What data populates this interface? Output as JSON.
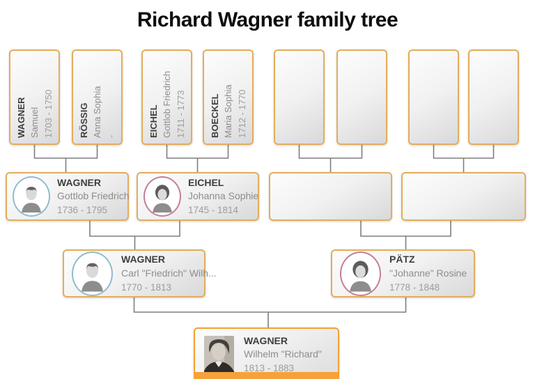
{
  "title": "Richard Wagner family tree",
  "generation1": {
    "card1": {
      "surname": "WAGNER",
      "given": "Samuel",
      "dates": "1703 - 1750"
    },
    "card2": {
      "surname": "RÖSSIG",
      "given": "Anna Sophia",
      "dates": "-"
    },
    "card3": {
      "surname": "EICHEL",
      "given": "Gottlob Friedrich",
      "dates": "1711 - 1773"
    },
    "card4": {
      "surname": "BOECKEL",
      "given": "Maria Sophia",
      "dates": "1712 - 1770"
    }
  },
  "generation2": {
    "card1": {
      "surname": "WAGNER",
      "given": "Gottlob Friedrich",
      "dates": "1736 - 1795",
      "gender": "male"
    },
    "card2": {
      "surname": "EICHEL",
      "given": "Johanna Sophie",
      "dates": "1745 - 1814",
      "gender": "female"
    }
  },
  "generation3": {
    "card1": {
      "surname": "WAGNER",
      "given": "Carl \"Friedrich\" Wilh...",
      "dates": "1770 - 1813",
      "gender": "male"
    },
    "card2": {
      "surname": "PÄTZ",
      "given": "\"Johanne\" Rosine",
      "dates": "1778 - 1848",
      "gender": "female"
    }
  },
  "root": {
    "surname": "WAGNER",
    "given": "Wilhelm \"Richard\"",
    "dates": "1813 - 1883"
  },
  "colors": {
    "card_border": "#e3ad5c",
    "root_border": "#f3a233",
    "root_bottom_bar": "#f6a13a",
    "male_ring": "#8fbccd",
    "female_ring": "#c57d9b",
    "connector": "#7f7f7f",
    "surname_text": "#3e3e3e",
    "secondary_text": "#8d8d8d"
  }
}
